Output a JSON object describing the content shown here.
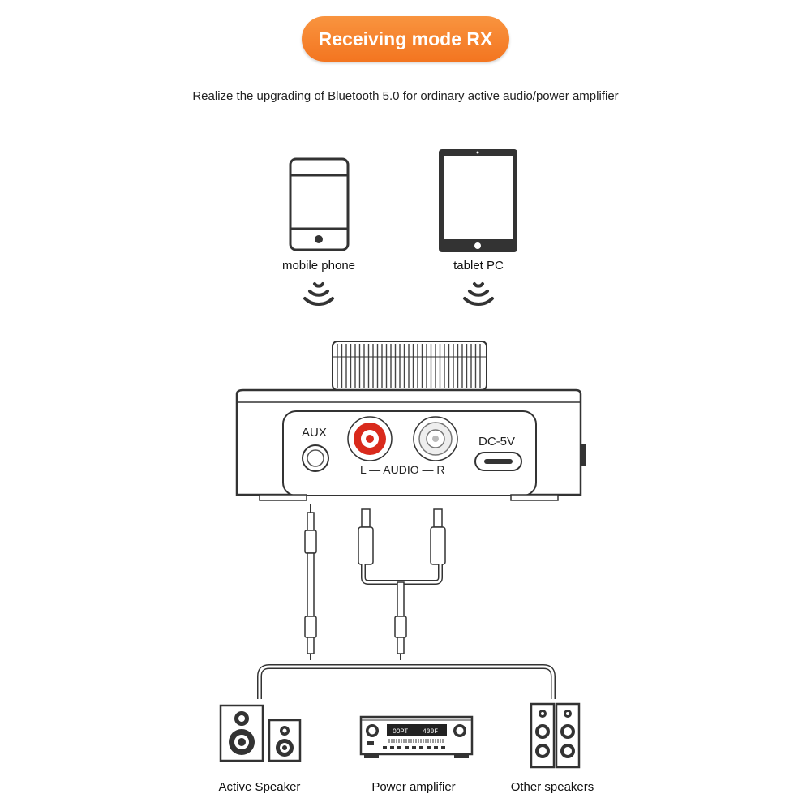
{
  "header": {
    "title": "Receiving mode RX",
    "subtitle": "Realize the upgrading of Bluetooth 5.0 for ordinary active audio/power amplifier"
  },
  "sources": [
    {
      "label": "mobile phone",
      "icon": "mobile-phone-icon"
    },
    {
      "label": "tablet PC",
      "icon": "tablet-icon"
    }
  ],
  "device": {
    "aux_label": "AUX",
    "audio_label": "L — AUDIO — R",
    "dc_label": "DC-5V"
  },
  "outputs": [
    {
      "label": "Active Speaker",
      "icon": "active-speaker-icon"
    },
    {
      "label": "Power amplifier",
      "icon": "power-amplifier-icon"
    },
    {
      "label": "Other speakers",
      "icon": "other-speakers-icon"
    }
  ],
  "amplifier_display": {
    "left_text": "OOPT",
    "right_text": "400F"
  },
  "colors": {
    "accent": "#f37520",
    "rca_red": "#d92a1c",
    "line": "#222222"
  }
}
